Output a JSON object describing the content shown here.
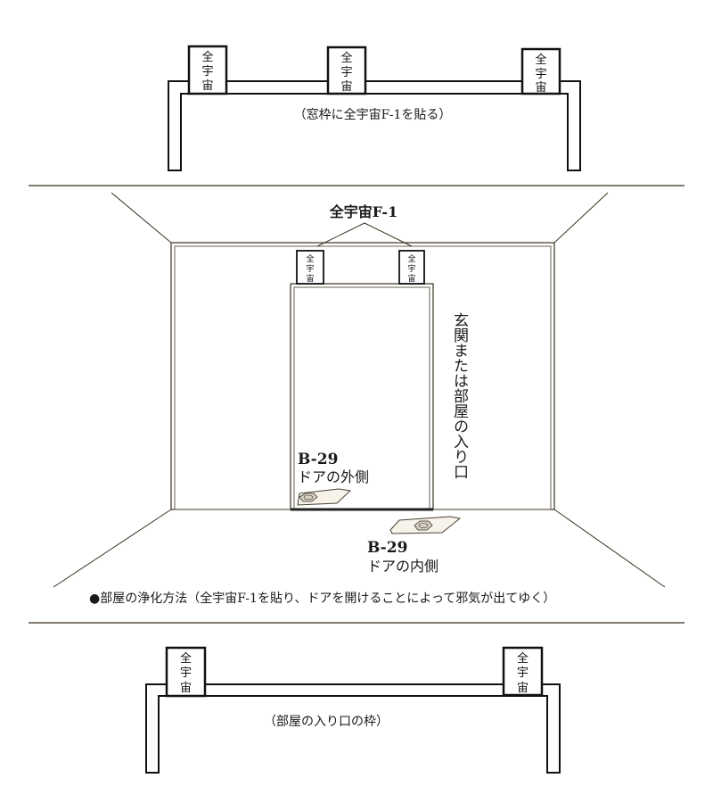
{
  "tag_label_chars": [
    "全",
    "宇",
    "宙"
  ],
  "section_window": {
    "caption": "（窓枠に全宇宙F-1を貼る）"
  },
  "section_room": {
    "f1_label": "全宇宙F-1",
    "vertical_label": "玄関または部屋の入り口",
    "mat_outside": {
      "code": "B-29",
      "label": "ドアの外側"
    },
    "mat_inside": {
      "code": "B-29",
      "label": "ドアの内側"
    },
    "caption": "●部屋の浄化方法（全宇宙F-1を貼り、ドアを開けることによって邪気が出てゆく）"
  },
  "section_doorframe": {
    "caption": "（部屋の入り口の枠）"
  },
  "colors": {
    "line": "#1a1a1a",
    "rule": "#5a5040",
    "background": "#ffffff"
  }
}
